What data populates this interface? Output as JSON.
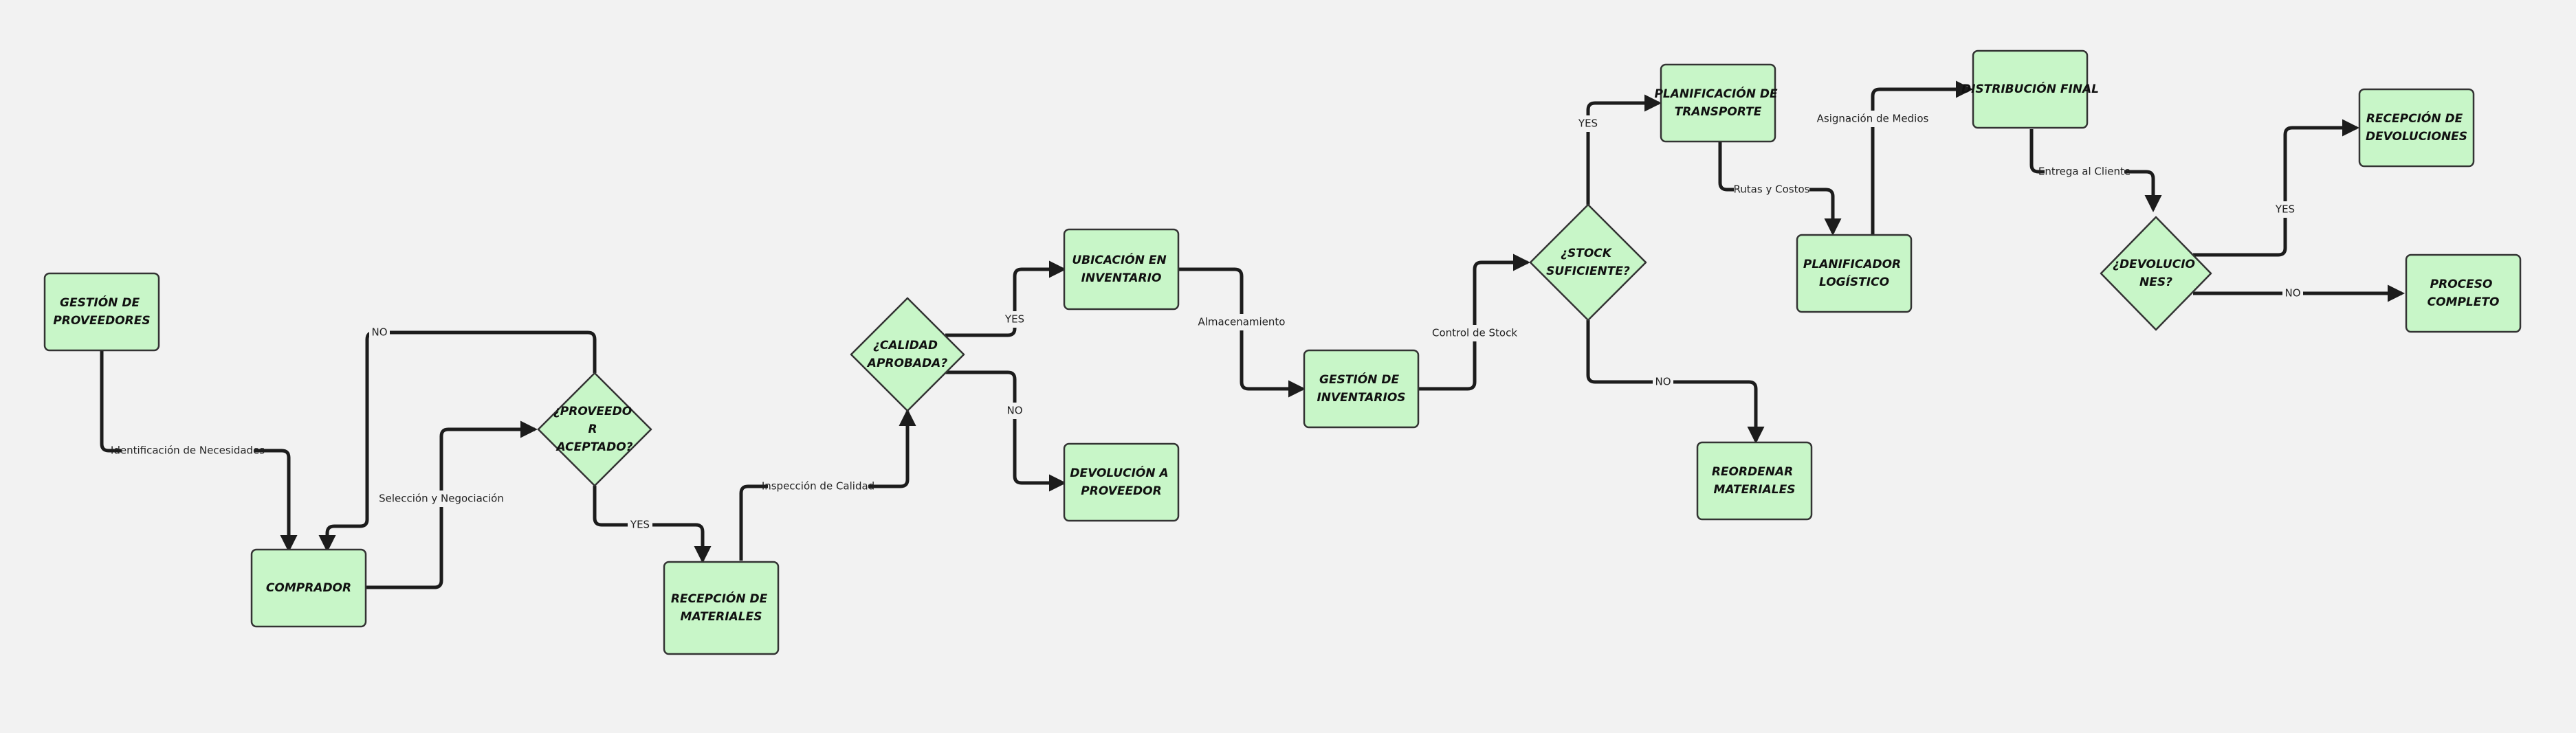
{
  "colors": {
    "background": "#f2f2f2",
    "node_fill": "#c8f6c8",
    "node_stroke": "#333333",
    "edge": "#1c1c1c"
  },
  "nodes": {
    "gestion_proveedores": {
      "lines": [
        "GESTIÓN DE",
        "PROVEEDORES"
      ]
    },
    "comprador": {
      "lines": [
        "COMPRADOR"
      ]
    },
    "proveedor_aceptado": {
      "lines": [
        "¿PROVEEDO",
        "R",
        "ACEPTADO?"
      ]
    },
    "recepcion_materiales": {
      "lines": [
        "RECEPCIÓN DE",
        "MATERIALES"
      ]
    },
    "calidad_aprobada": {
      "lines": [
        "¿CALIDAD",
        "APROBADA?"
      ]
    },
    "ubicacion_inventario": {
      "lines": [
        "UBICACIÓN EN",
        "INVENTARIO"
      ]
    },
    "devolucion_proveedor": {
      "lines": [
        "DEVOLUCIÓN A",
        "PROVEEDOR"
      ]
    },
    "gestion_inventarios": {
      "lines": [
        "GESTIÓN DE",
        "INVENTARIOS"
      ]
    },
    "stock_suficiente": {
      "lines": [
        "¿STOCK",
        "SUFICIENTE?"
      ]
    },
    "planificacion_transporte": {
      "lines": [
        "PLANIFICACIÓN DE",
        "TRANSPORTE"
      ]
    },
    "reordenar_materiales": {
      "lines": [
        "REORDENAR",
        "MATERIALES"
      ]
    },
    "planificador_logistico": {
      "lines": [
        "PLANIFICADOR",
        "LOGÍSTICO"
      ]
    },
    "distribucion_final": {
      "lines": [
        "DISTRIBUCIÓN FINAL"
      ]
    },
    "devoluciones": {
      "lines": [
        "¿DEVOLUCIO",
        "NES?"
      ]
    },
    "recepcion_devoluciones": {
      "lines": [
        "RECEPCIÓN DE",
        "DEVOLUCIONES"
      ]
    },
    "proceso_completo": {
      "lines": [
        "PROCESO",
        "COMPLETO"
      ]
    }
  },
  "edges": {
    "identificacion_necesidades": "Identificación de Necesidades",
    "seleccion_negociacion": "Selección y Negociación",
    "proveedor_no": "NO",
    "proveedor_yes": "YES",
    "inspeccion_calidad": "Inspección de Calidad",
    "calidad_yes": "YES",
    "calidad_no": "NO",
    "almacenamiento": "Almacenamiento",
    "control_stock": "Control de Stock",
    "stock_yes": "YES",
    "stock_no": "NO",
    "rutas_costos": "Rutas y Costos",
    "asignacion_medios": "Asignación de Medios",
    "entrega_cliente": "Entrega al Cliente",
    "devoluciones_yes": "YES",
    "devoluciones_no": "NO"
  }
}
